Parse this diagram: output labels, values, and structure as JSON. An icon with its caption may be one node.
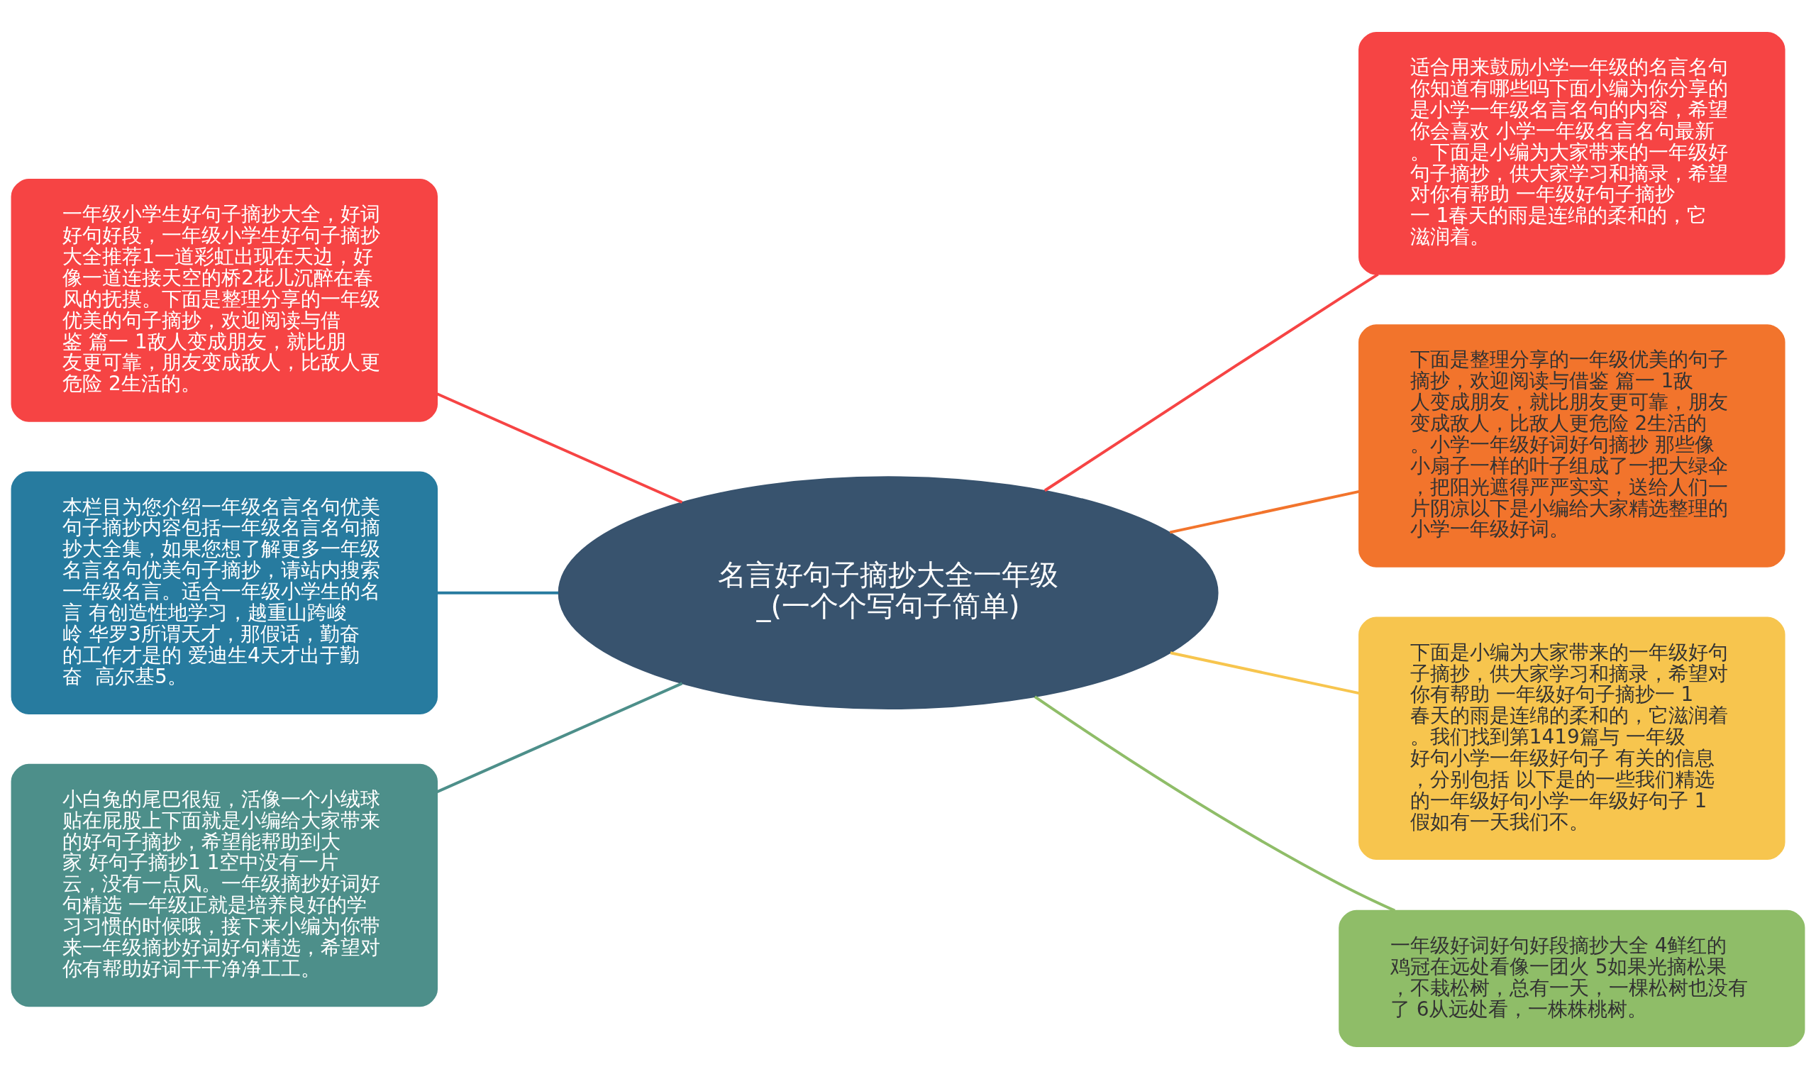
{
  "diagram": {
    "nodes": [
      {
        "text": [
          "名言好句子摘抄大全一年级_(一个个写句子简单)"
        ]
      },
      {
        "text": [
          "一年级小学生好句子摘抄大全，好词好句好段，一年级小学生好句子摘抄大全推荐1一道彩虹出现在天边，好像一道连接天空的桥2花儿沉醉在春风的抚摸。下面是整理分享的一年级优美的句子摘抄，欢迎阅读与借鉴 篇一 1敌人变成朋友，就比朋友更可靠，朋友变成敌人，比敌人更危险 2生活的。"
        ]
      },
      {
        "text": [
          "本栏目为您介绍一年级名言名句优美句子摘抄内容包括一年级名言名句摘抄大全集，如果您想了解更多一年级名言名句优美句子摘抄，请站内搜索一年级名言。适合一年级小学生的名言 有创造性地学习，越重山跨峻岭 华罗3所谓天才，那假话，勤奋的工作才是的 爱迪生4天才出于勤奋  高尔基5。"
        ]
      },
      {
        "text": [
          "小白兔的尾巴很短，活像一个小绒球贴在屁股上下面就是小编给大家带来的好句子摘抄，希望能帮助到大家 好句子摘抄1 1空中没有一片云，没有一点风。一年级摘抄好词好句精选 一年级正就是培养良好的学习习惯的时候哦，接下来小编为你带来一年级摘抄好词好句精选，希望对你有帮助好词干干净净工工。"
        ]
      },
      {
        "text": [
          "适合用来鼓励小学一年级的名言名句你知道有哪些吗下面小编为你分享的是小学一年级名言名句的内容，希望你会喜欢 小学一年级名言名句最新。下面是小编为大家带来的一年级好句子摘抄，供大家学习和摘录，希望对你有帮助 一年级好句子摘抄一 1春天的雨是连绵的柔和的，它滋润着。"
        ]
      },
      {
        "text": [
          "下面是整理分享的一年级优美的句子摘抄，欢迎阅读与借鉴 篇一 1敌人变成朋友，就比朋友更可靠，朋友变成敌人，比敌人更危险 2生活的。小学一年级好词好句摘抄 那些像小扇子一样的叶子组成了一把大绿伞，把阳光遮得严严实实，送给人们一片阴凉以下是小编给大家精选整理的小学一年级好词。"
        ]
      },
      {
        "text": [
          "下面是小编为大家带来的一年级好句子摘抄，供大家学习和摘录，希望对你有帮助 一年级好句子摘抄一 1春天的雨是连绵的柔和的，它滋润着。我们找到第1419篇与 一年级好句小学一年级好句子 有关的信息，分别包括 以下是的一些我们精选的一年级好句小学一年级好句子 1假如有一天我们不。"
        ]
      },
      {
        "text": [
          "一年级好词好句好段摘抄大全 4鲜红的鸡冠在远处看像一团火 5如果光摘松果，不栽松树，总有一天，一棵松树也没有了 6从远处看，一株株桃树。"
        ]
      }
    ],
    "edges": [
      {
        "from": 1,
        "to": 0,
        "arrow": "none",
        "color": "#f64444"
      },
      {
        "from": 2,
        "to": 0,
        "arrow": "none",
        "color": "#277b9f"
      },
      {
        "from": 3,
        "to": 0,
        "arrow": "none",
        "color": "#4d8f8a"
      },
      {
        "from": 0,
        "to": 4,
        "arrow": "none",
        "color": "#f64444"
      },
      {
        "from": 0,
        "to": 5,
        "arrow": "none",
        "color": "#f2742c"
      },
      {
        "from": 0,
        "to": 6,
        "arrow": "none",
        "color": "#f7c54e"
      },
      {
        "from": 0,
        "to": 7,
        "arrow": "none",
        "color": "#8fbd68"
      }
    ]
  }
}
